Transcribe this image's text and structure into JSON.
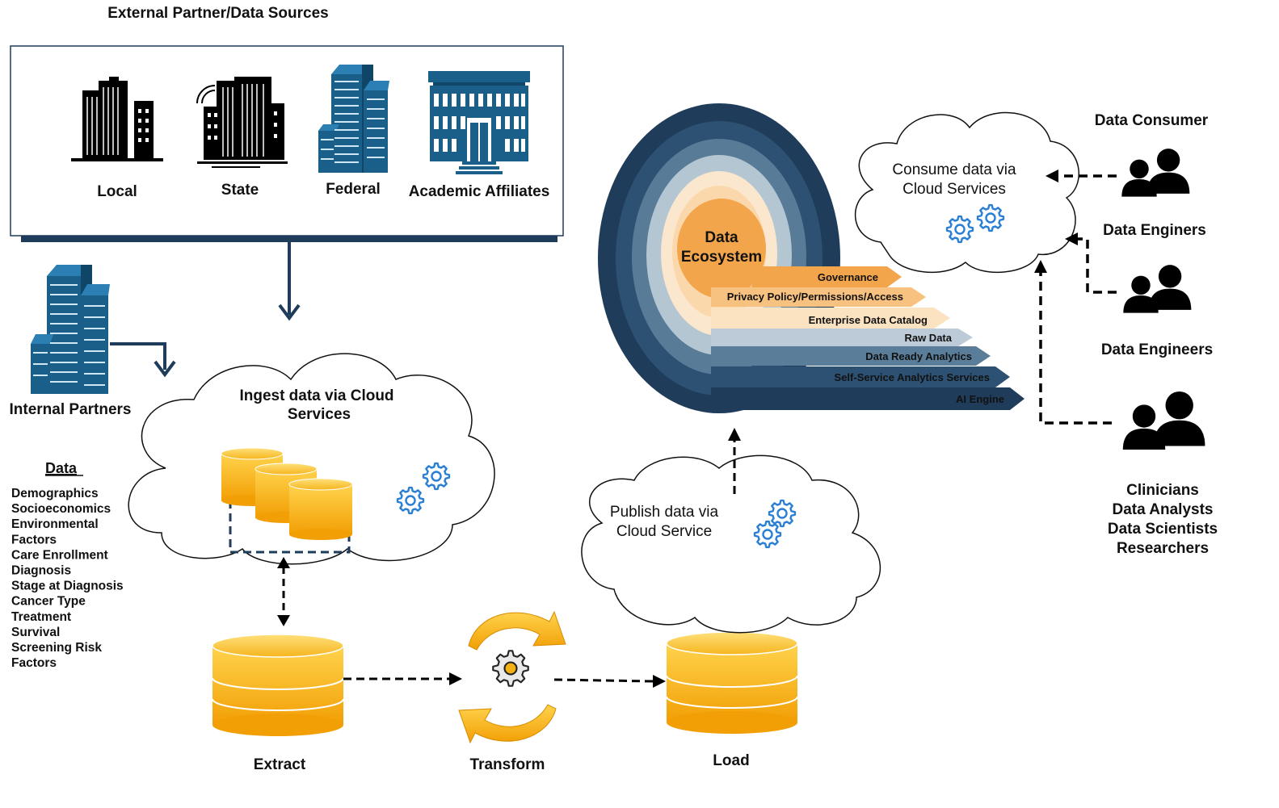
{
  "external_sources": {
    "title": "External Partner/Data Sources",
    "items": [
      "Local",
      "State",
      "Federal",
      "Academic Affiliates"
    ]
  },
  "internal_partners": {
    "label": "Internal Partners"
  },
  "data_list": {
    "heading": "Data",
    "lines": [
      "Demographics",
      "Socioeconomics",
      "Environmental",
      "Factors",
      "Care Enrollment",
      "Diagnosis",
      "Stage at Diagnosis",
      "Cancer Type",
      "Treatment",
      "Survival",
      "Screening Risk",
      "Factors"
    ]
  },
  "ingest_cloud": {
    "line1": "Ingest data via Cloud",
    "line2": "Services"
  },
  "etl": {
    "extract": "Extract",
    "transform": "Transform",
    "load": "Load"
  },
  "publish_cloud": {
    "line1": "Publish data via",
    "line2": "Cloud Service"
  },
  "ecosystem": {
    "center_line1": "Data",
    "center_line2": "Ecosystem",
    "layers": [
      "Governance",
      "Privacy Policy/Permissions/Access",
      "Enterprise Data Catalog",
      "Raw Data",
      "Data Ready Analytics",
      "Self-Service Analytics Services",
      "AI Engine"
    ]
  },
  "consume_cloud": {
    "line1": "Consume data via",
    "line2": "Cloud Services"
  },
  "consumers": {
    "title": "Data Consumer",
    "group1": "Data Enginers",
    "group2": "Data  Engineers",
    "group3": [
      "Clinicians",
      "Data Analysts",
      "Data Scientists",
      "Researchers"
    ]
  },
  "colors": {
    "navy": "#1f3c5a",
    "blue_building": "#1a5f8a",
    "gold": "#f5b014",
    "orange": "#f2a54a",
    "gear_blue": "#2a7fd4"
  }
}
